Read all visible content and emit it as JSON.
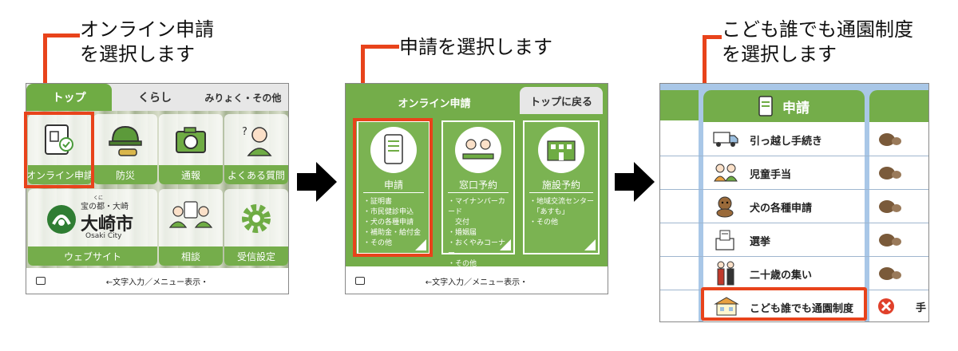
{
  "instructions": {
    "step1_line1": "オンライン申請",
    "step1_line2": "を選択します",
    "step2": "申請を選択します",
    "step3_line1": "こども誰でも通園制度",
    "step3_line2": "を選択します"
  },
  "screen1": {
    "tabs": [
      "トップ",
      "くらし",
      "みりょく・その他"
    ],
    "tiles": {
      "online": "オンライン申請",
      "disaster": "防災",
      "report": "通報",
      "faq": "よくある質問",
      "website": "ウェブサイト",
      "consult": "相談",
      "settings": "受信設定"
    },
    "logo": {
      "tagline": "宝の都・大崎",
      "ruby": "くに",
      "city": "大崎市",
      "city_en": "Osaki City"
    },
    "bottom_text": "←文字入力／メニュー表示・"
  },
  "screen2": {
    "active_tab": "オンライン申請",
    "back_tab": "トップに戻る",
    "cards": [
      {
        "title": "申請",
        "items": [
          "・証明書",
          "・市民健診申込",
          "・犬の各種申請",
          "・補助金・給付金",
          "・その他"
        ]
      },
      {
        "title": "窓口予約",
        "items": [
          "・マイナンバーカード",
          "　交付",
          "・婚姻届",
          "・おくやみコーナー",
          "・その他"
        ]
      },
      {
        "title": "施設予約",
        "items": [
          "・地域交流センター",
          "　「あすも」",
          "・その他"
        ]
      }
    ],
    "bottom_text": "←文字入力／メニュー表示・"
  },
  "screen3": {
    "header": "申請",
    "rows": [
      "引っ越し手続き",
      "児童手当",
      "犬の各種申請",
      "選挙",
      "二十歳の集い",
      "こども誰でも通園制度"
    ],
    "right_partial": "手"
  },
  "colors": {
    "accent_green": "#6fac44",
    "highlight_red": "#e8431b"
  }
}
